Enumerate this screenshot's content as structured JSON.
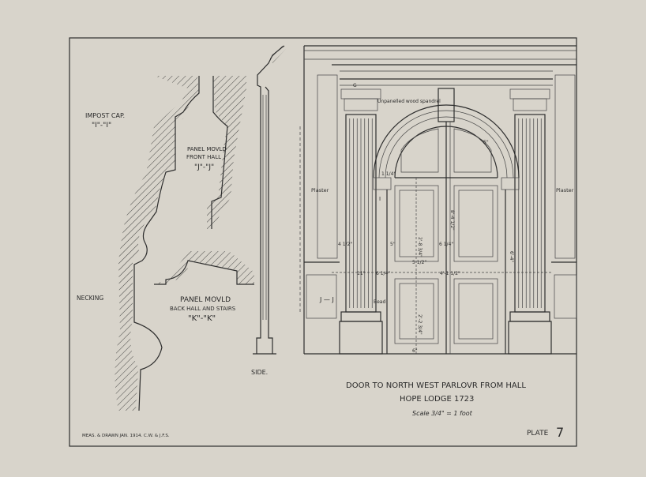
{
  "plate": {
    "title": "DOOR TO NORTH WEST PARLOVR FROM HALL",
    "subtitle": "HOPE LODGE 1723",
    "scale": "Scale 3/4\" = 1 foot",
    "plate_label": "PLATE",
    "plate_number": "7",
    "credit": "MEAS. & DRAWN  JAN. 1914.  C.W. & J.F.S."
  },
  "sections": {
    "impost_cap": "IMPOST CAP.",
    "impost_cap_ref": "\"I\"-\"I\"",
    "panel_front_1": "PANEL MOVLD",
    "panel_front_2": "FRONT HALL",
    "panel_front_ref": "\"J\"-\"J\"",
    "panel_back_1": "PANEL MOVLD",
    "panel_back_2": "BACK HALL AND STAIRS",
    "panel_back_ref": "\"K\"-\"K\"",
    "necking": "NECKING",
    "side": "SIDE."
  },
  "elevation": {
    "spandrel_note": "Unpanelled wood spandrel",
    "plaster_left": "Plaster",
    "plaster_right": "Plaster",
    "bead": "Bead",
    "section_jj": "J — J",
    "section_i": "I",
    "section_g": "G",
    "dims": {
      "upper_panel": "2'-8 3/4\"",
      "lower_panel": "2'-2 3/4\"",
      "door_height": "8'-4 1/2\"",
      "pilaster_height": "6'-4\"",
      "door_width": "4'-1 1/2\"",
      "side_11": "11\"",
      "side_6": "6 1/4\"",
      "stile_5": "5\"",
      "meet_6": "6 1/4\"",
      "wall_4": "4 1/2\"",
      "arch_5": "5\"",
      "impost_1": "1 1/4\"",
      "rail_5": "5 1/2\"",
      "bottom_6": "6\""
    }
  }
}
